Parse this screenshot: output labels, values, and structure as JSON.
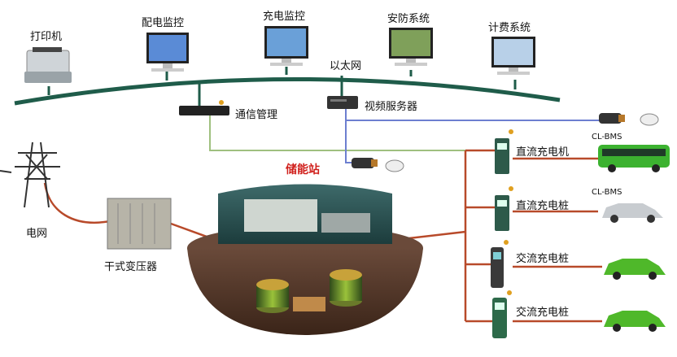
{
  "network": {
    "ethernet_label": "以太网",
    "top_devices": [
      {
        "label": "打印机",
        "icon": "printer-icon"
      },
      {
        "label": "配电监控",
        "icon": "monitor-icon"
      },
      {
        "label": "充电监控",
        "icon": "monitor-icon"
      },
      {
        "label": "安防系统",
        "icon": "monitor-icon"
      },
      {
        "label": "计费系统",
        "icon": "monitor-icon"
      }
    ],
    "comm_mgmt_label": "通信管理",
    "video_server_label": "视频服务器"
  },
  "grid": {
    "power_grid_label": "电网",
    "transformer_label": "干式变压器"
  },
  "storage": {
    "label": "储能站"
  },
  "chargers": [
    {
      "label": "直流充电机",
      "bms": "CL-BMS",
      "vehicle": "bus-icon"
    },
    {
      "label": "直流充电桩",
      "bms": "CL-BMS",
      "vehicle": "car-icon"
    },
    {
      "label": "交流充电桩",
      "bms": "",
      "vehicle": "car-icon"
    },
    {
      "label": "交流充电桩",
      "bms": "",
      "vehicle": "car-icon"
    }
  ],
  "colors": {
    "ethernet": "#1f5c4a",
    "data_link": "#9fc07f",
    "power_link": "#b84a2a",
    "video_link": "#6d7fd0",
    "highlight": "#d0201c"
  }
}
